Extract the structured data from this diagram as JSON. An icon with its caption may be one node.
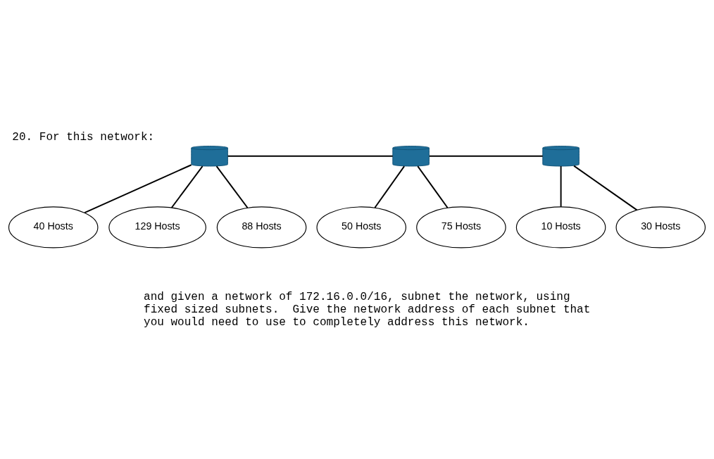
{
  "diagram": {
    "title": "20. For this network:",
    "caption": "and given a network of 172.16.0.0/16, subnet the network, using fixed sized subnets.  Give the network address of each subnet that you would need to use to completely address this network.",
    "nodes": [
      {
        "text": [],
        "shape": "cylinder"
      },
      {
        "text": [],
        "shape": "cylinder"
      },
      {
        "text": [],
        "shape": "cylinder"
      },
      {
        "text": [
          "40 Hosts"
        ]
      },
      {
        "text": [
          "129 Hosts"
        ]
      },
      {
        "text": [
          "88 Hosts"
        ]
      },
      {
        "text": [
          "50 Hosts"
        ]
      },
      {
        "text": [
          "75 Hosts"
        ]
      },
      {
        "text": [
          "10 Hosts"
        ]
      },
      {
        "text": [
          "30 Hosts"
        ]
      }
    ],
    "edges": [
      {
        "from": 0,
        "to": 1,
        "arrow": "none"
      },
      {
        "from": 1,
        "to": 2,
        "arrow": "none"
      },
      {
        "from": 0,
        "to": 3,
        "arrow": "none"
      },
      {
        "from": 0,
        "to": 5,
        "arrow": "none"
      },
      {
        "from": 0,
        "to": 4,
        "arrow": "none"
      },
      {
        "from": 1,
        "to": 6,
        "arrow": "none"
      },
      {
        "from": 1,
        "to": 7,
        "arrow": "none"
      },
      {
        "from": 2,
        "to": 8,
        "arrow": "none"
      },
      {
        "from": 2,
        "to": 9,
        "arrow": "none"
      }
    ]
  }
}
